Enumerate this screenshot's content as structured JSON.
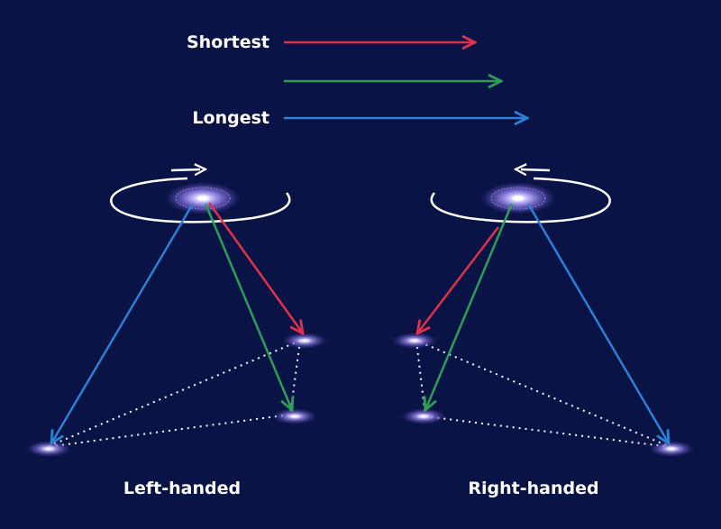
{
  "legend": {
    "shortest_label": "Shortest",
    "middle_label": "",
    "longest_label": "Longest"
  },
  "panels": {
    "left": {
      "caption": "Left-handed",
      "rotation": "clockwise"
    },
    "right": {
      "caption": "Right-handed",
      "rotation": "counterclockwise"
    }
  },
  "colors": {
    "background": "#0a1345",
    "shortest": "#e0324a",
    "middle": "#2e9d57",
    "longest": "#2f7fd4",
    "dotted_edges": "#ffffff",
    "orbit": "#ffffff",
    "spiral": "#9b8fe0"
  }
}
